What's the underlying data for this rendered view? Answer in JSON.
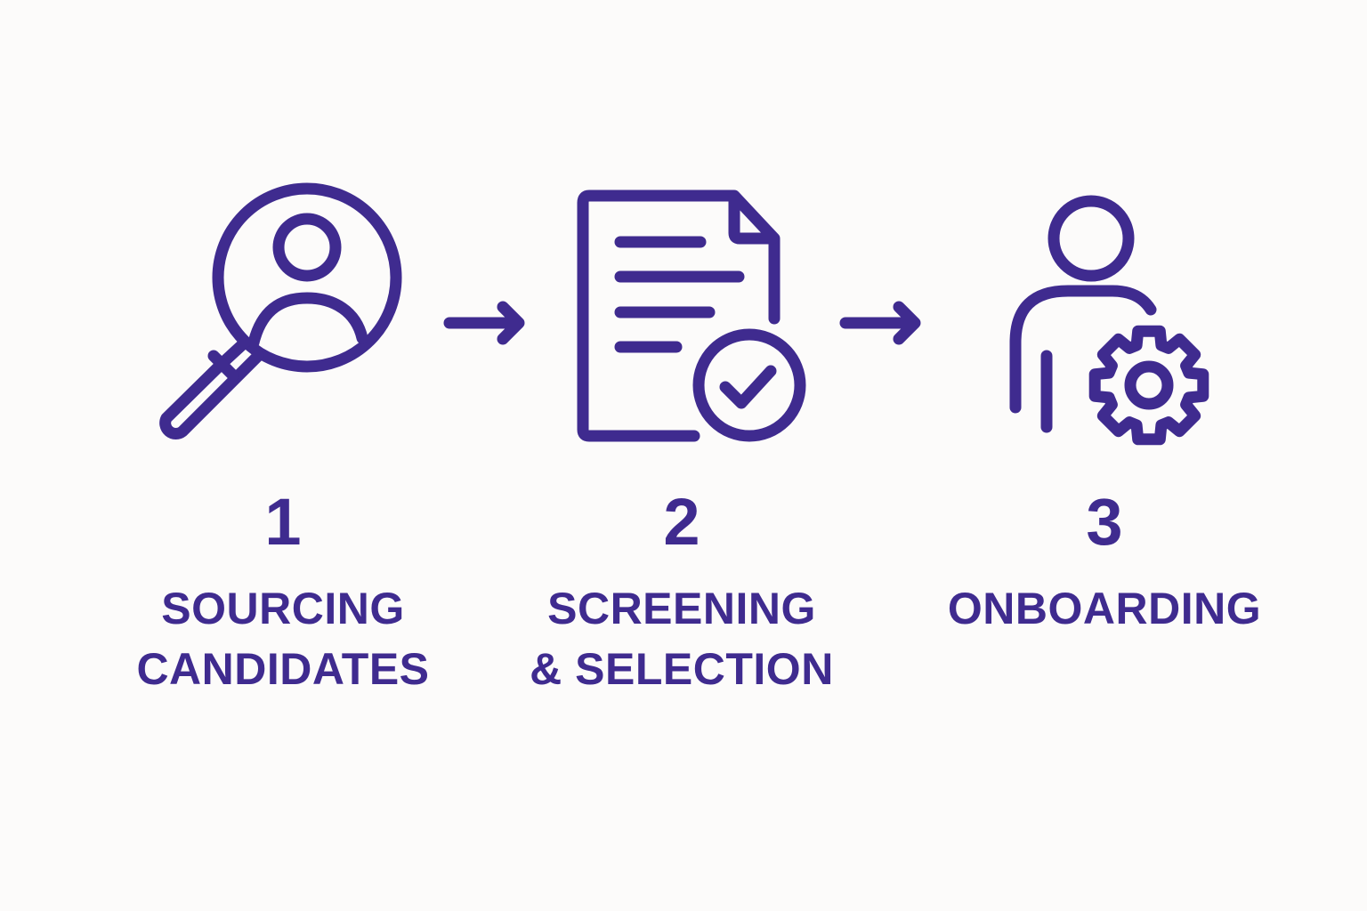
{
  "colors": {
    "accent": "#3f2b8f",
    "background": "#fcfbfa"
  },
  "steps": [
    {
      "number": "1",
      "icon": "magnifier-person-icon",
      "label_lines": [
        "SOURCING",
        "CANDIDATES"
      ]
    },
    {
      "number": "2",
      "icon": "document-check-icon",
      "label_lines": [
        "SCREENING",
        "& SELECTION"
      ]
    },
    {
      "number": "3",
      "icon": "person-gear-icon",
      "label_lines": [
        "ONBOARDING"
      ]
    }
  ]
}
